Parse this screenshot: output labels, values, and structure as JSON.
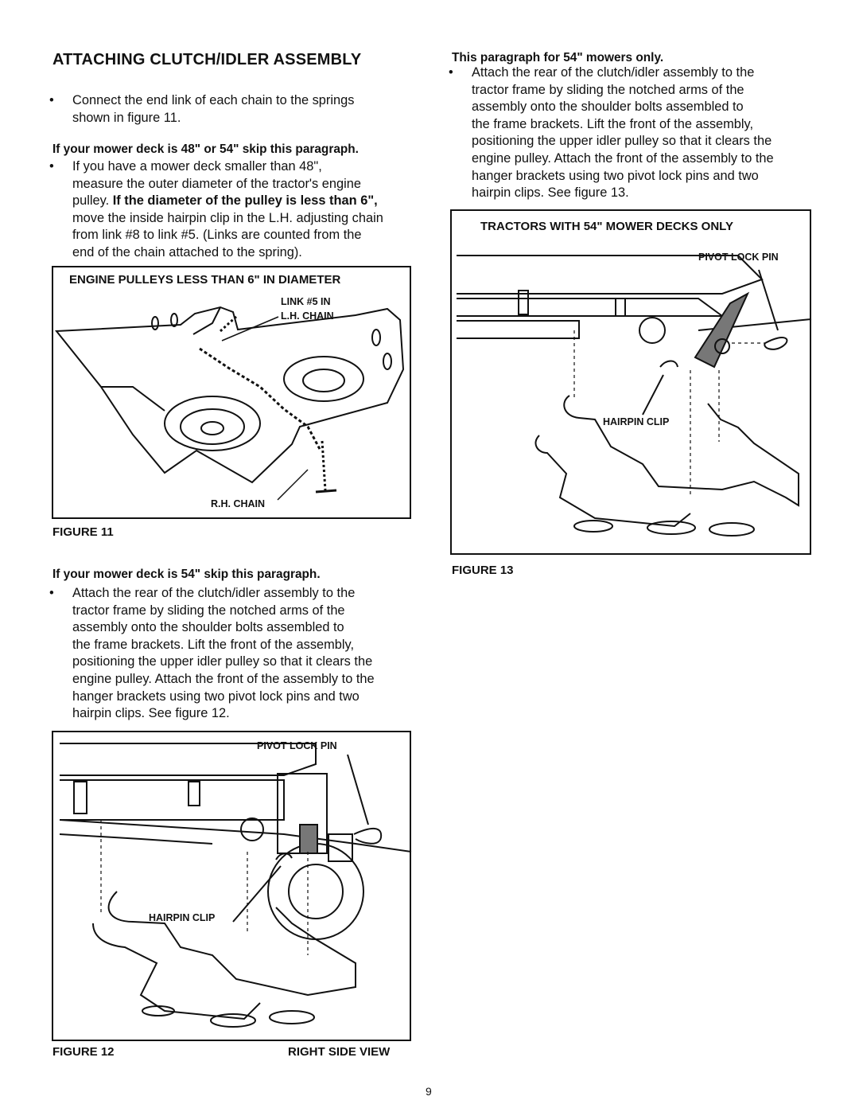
{
  "left": {
    "heading": "ATTACHING CLUTCH/IDLER ASSEMBLY",
    "bullet1_lines": [
      "Connect the end link of each chain to the springs",
      "shown in figure 11."
    ],
    "para2_heading": "If your mower deck is 48\" or 54\" skip this paragraph.",
    "bullet2_line1": "If you have a mower deck smaller than 48\",",
    "bullet2_line2": "measure the outer diameter of the tractor's engine",
    "bullet2_line3_normal": "pulley. ",
    "bullet2_line3_bold": "If the diameter of the pulley is less than 6\",",
    "bullet2_rest": [
      "move the inside hairpin clip in the L.H. adjusting chain",
      "from link #8 to link #5. (Links are counted from the",
      "end of the chain attached to the spring)."
    ],
    "para3_heading": "If your mower deck is 54\" skip this paragraph.",
    "bullet3_lines": [
      "Attach the rear of the clutch/idler assembly to the",
      "tractor frame by sliding the notched arms of the",
      "assembly onto the shoulder bolts assembled to",
      "the frame brackets. Lift the front of the assembly,",
      "positioning the upper idler pulley so that it clears the",
      "engine pulley. Attach the front of the assembly to the",
      "hanger brackets using two pivot lock pins and two",
      "hairpin clips. See figure 12."
    ]
  },
  "right": {
    "para_heading": "This paragraph for 54\" mowers only.",
    "bullet_lines": [
      "Attach the rear of the clutch/idler assembly to the",
      "tractor frame by sliding the notched arms of the",
      "assembly onto the shoulder bolts assembled to",
      "the frame brackets. Lift the front of the assembly,",
      "positioning the upper idler pulley so that it clears the",
      "engine pulley. Attach the front of the assembly to the",
      "hanger brackets using two pivot lock pins and two",
      "hairpin clips. See figure 13."
    ]
  },
  "bullet_symbol": "•",
  "figure11": {
    "title": "ENGINE PULLEYS LESS THAN 6\" IN DIAMETER",
    "label_link_line1": "LINK #5 IN",
    "label_link_line2": "L.H. CHAIN",
    "label_rh_chain": "R.H. CHAIN",
    "caption": "FIGURE 11"
  },
  "figure12": {
    "label_pivot": "PIVOT LOCK PIN",
    "label_hairpin": "HAIRPIN CLIP",
    "caption": "FIGURE 12",
    "view": "RIGHT SIDE VIEW"
  },
  "figure13": {
    "title": "TRACTORS WITH 54\" MOWER DECKS ONLY",
    "label_pivot": "PIVOT LOCK PIN",
    "label_hairpin": "HAIRPIN CLIP",
    "caption": "FIGURE 13"
  },
  "page_number": "9"
}
